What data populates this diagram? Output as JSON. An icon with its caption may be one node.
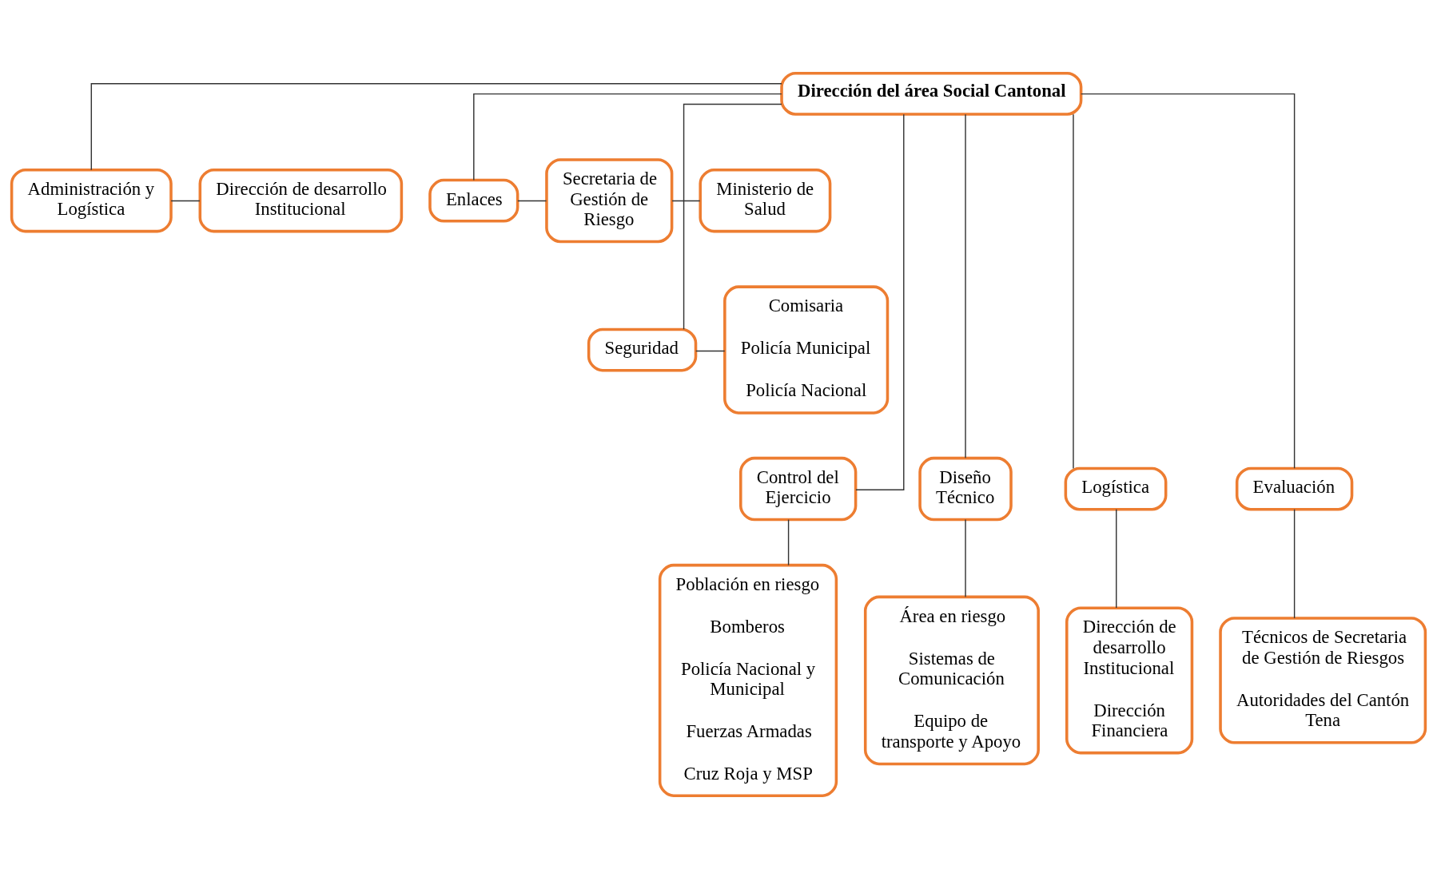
{
  "diagram": {
    "nodes": [
      {
        "text": [
          "Dirección del área Social Cantonal"
        ]
      },
      {
        "text": [
          "Dirección de desarrollo Institucional"
        ]
      },
      {
        "text": [
          "Administración y Logística"
        ]
      },
      {
        "text": [
          "Enlaces"
        ]
      },
      {
        "text": [
          "Secretaria de Gestión de Riesgo"
        ]
      },
      {
        "text": [
          "Ministerio de Salud"
        ]
      },
      {
        "text": [
          "Comisaria",
          "Policía Municipal",
          "Policía Nacional"
        ]
      },
      {
        "text": [
          "Seguridad"
        ]
      },
      {
        "text": [
          "Control del Ejercicio"
        ]
      },
      {
        "text": [
          "Diseño Técnico"
        ]
      },
      {
        "text": [
          "Logística"
        ]
      },
      {
        "text": [
          "Evaluación"
        ]
      },
      {
        "text": [
          "Población en riesgo",
          "Bomberos",
          "Policía Nacional y Municipal",
          "Fuerzas Armadas",
          "Cruz Roja y MSP"
        ]
      },
      {
        "text": [
          "Área en riesgo",
          "Sistemas de Comunicación",
          "Equipo de transporte y Apoyo"
        ]
      },
      {
        "text": [
          "Dirección de desarrollo Institucional",
          "Dirección Financiera"
        ]
      },
      {
        "text": [
          "Técnicos de Secretaria de Gestión de Riesgos",
          "Autoridades del Cantón Tena"
        ]
      }
    ],
    "edges": [
      {
        "from": 0,
        "to": 2,
        "arrow": "none"
      },
      {
        "from": 2,
        "to": 1,
        "arrow": "none"
      },
      {
        "from": 0,
        "to": 3,
        "arrow": "none"
      },
      {
        "from": 3,
        "to": 4,
        "arrow": "none"
      },
      {
        "from": 4,
        "to": 5,
        "arrow": "none"
      },
      {
        "from": 0,
        "to": 7,
        "arrow": "none"
      },
      {
        "from": 7,
        "to": 6,
        "arrow": "none"
      },
      {
        "from": 0,
        "to": 8,
        "arrow": "none"
      },
      {
        "from": 0,
        "to": 9,
        "arrow": "none"
      },
      {
        "from": 0,
        "to": 10,
        "arrow": "none"
      },
      {
        "from": 0,
        "to": 11,
        "arrow": "none"
      },
      {
        "from": 8,
        "to": 12,
        "arrow": "none"
      },
      {
        "from": 9,
        "to": 13,
        "arrow": "none"
      },
      {
        "from": 10,
        "to": 14,
        "arrow": "none"
      },
      {
        "from": 11,
        "to": 15,
        "arrow": "none"
      }
    ]
  }
}
